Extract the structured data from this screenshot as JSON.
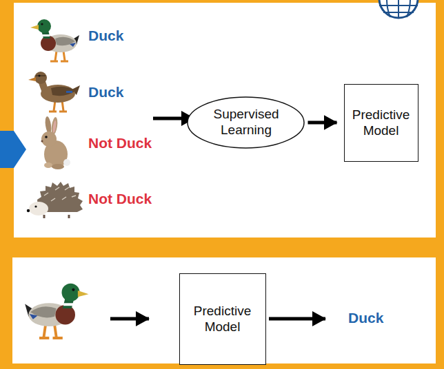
{
  "diagram": {
    "nodes": [
      {
        "text": [
          "Supervised Learning"
        ]
      },
      {
        "text": [
          "Predictive Model"
        ]
      },
      {
        "text": [
          "Predictive Model"
        ]
      }
    ],
    "edges": [
      {
        "from": 0,
        "to": 1,
        "arrow": "to"
      }
    ],
    "labels": [
      "Duck",
      "Duck",
      "Not Duck",
      "Not Duck",
      "Duck"
    ]
  }
}
